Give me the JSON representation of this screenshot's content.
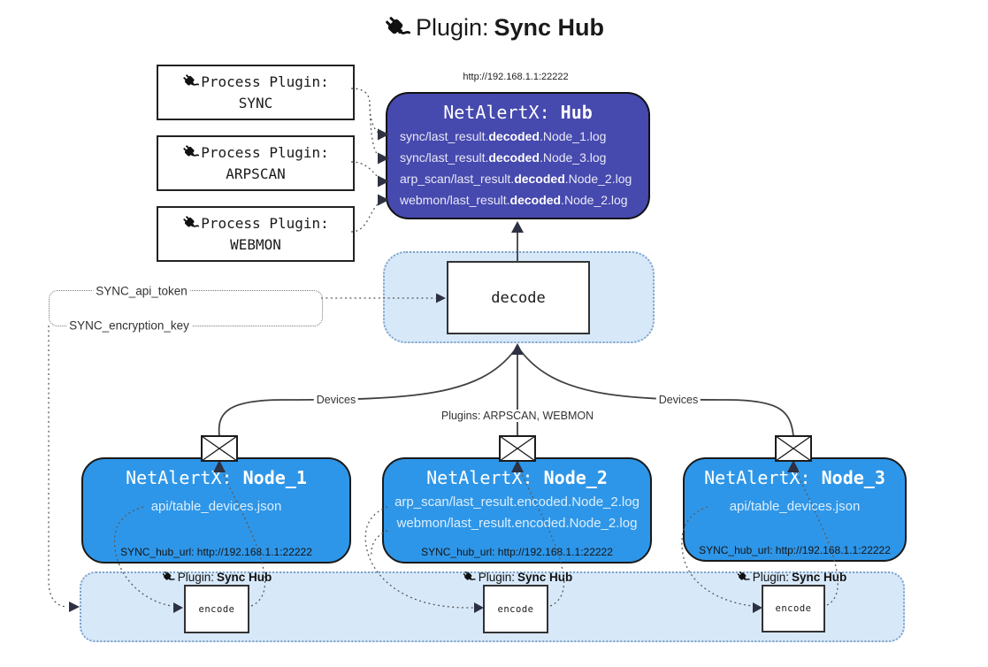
{
  "title": {
    "prefix": "Plugin:",
    "name": "Sync Hub"
  },
  "hub_url_top": "http://192.168.1.1:22222",
  "process_plugins": {
    "heading": "Process Plugin:",
    "items": [
      "SYNC",
      "ARPSCAN",
      "WEBMON"
    ]
  },
  "hub": {
    "title_prefix": "NetAlertX:",
    "title_name": "Hub",
    "rows": [
      {
        "pre": "sync/last_result.",
        "bold": "decoded",
        "post": ".Node_1.log"
      },
      {
        "pre": "sync/last_result.",
        "bold": "decoded",
        "post": ".Node_3.log"
      },
      {
        "pre": "arp_scan/last_result.",
        "bold": "decoded",
        "post": ".Node_2.log"
      },
      {
        "pre": "webmon/last_result.",
        "bold": "decoded",
        "post": ".Node_2.log"
      }
    ]
  },
  "decode_label": "decode",
  "settings": {
    "api_token": "SYNC_api_token",
    "encryption_key": "SYNC_encryption_key"
  },
  "edge_labels": {
    "devices_left": "Devices",
    "devices_right": "Devices",
    "plugins": "Plugins: ARPSCAN, WEBMON"
  },
  "nodes": [
    {
      "title_prefix": "NetAlertX:",
      "title_name": "Node_1",
      "rows": [
        "api/table_devices.json"
      ],
      "hub_url": "SYNC_hub_url: http://192.168.1.1:22222"
    },
    {
      "title_prefix": "NetAlertX:",
      "title_name": "Node_2",
      "rows": [
        "arp_scan/last_result.encoded.Node_2.log",
        "webmon/last_result.encoded.Node_2.log"
      ],
      "hub_url": "SYNC_hub_url: http://192.168.1.1:22222"
    },
    {
      "title_prefix": "NetAlertX:",
      "title_name": "Node_3",
      "rows": [
        "api/table_devices.json"
      ],
      "hub_url": "SYNC_hub_url: http://192.168.1.1:22222"
    }
  ],
  "encode_band": {
    "plugin_prefix": "Plugin:",
    "plugin_name": "Sync Hub",
    "encode_label": "encode"
  },
  "colors": {
    "hub_bg": "#4649ae",
    "node_bg": "#2e96e8",
    "band_bg": "#d7e8f9",
    "band_border": "#7fa3c9",
    "line": "#404040",
    "arrow": "#2d3142"
  }
}
